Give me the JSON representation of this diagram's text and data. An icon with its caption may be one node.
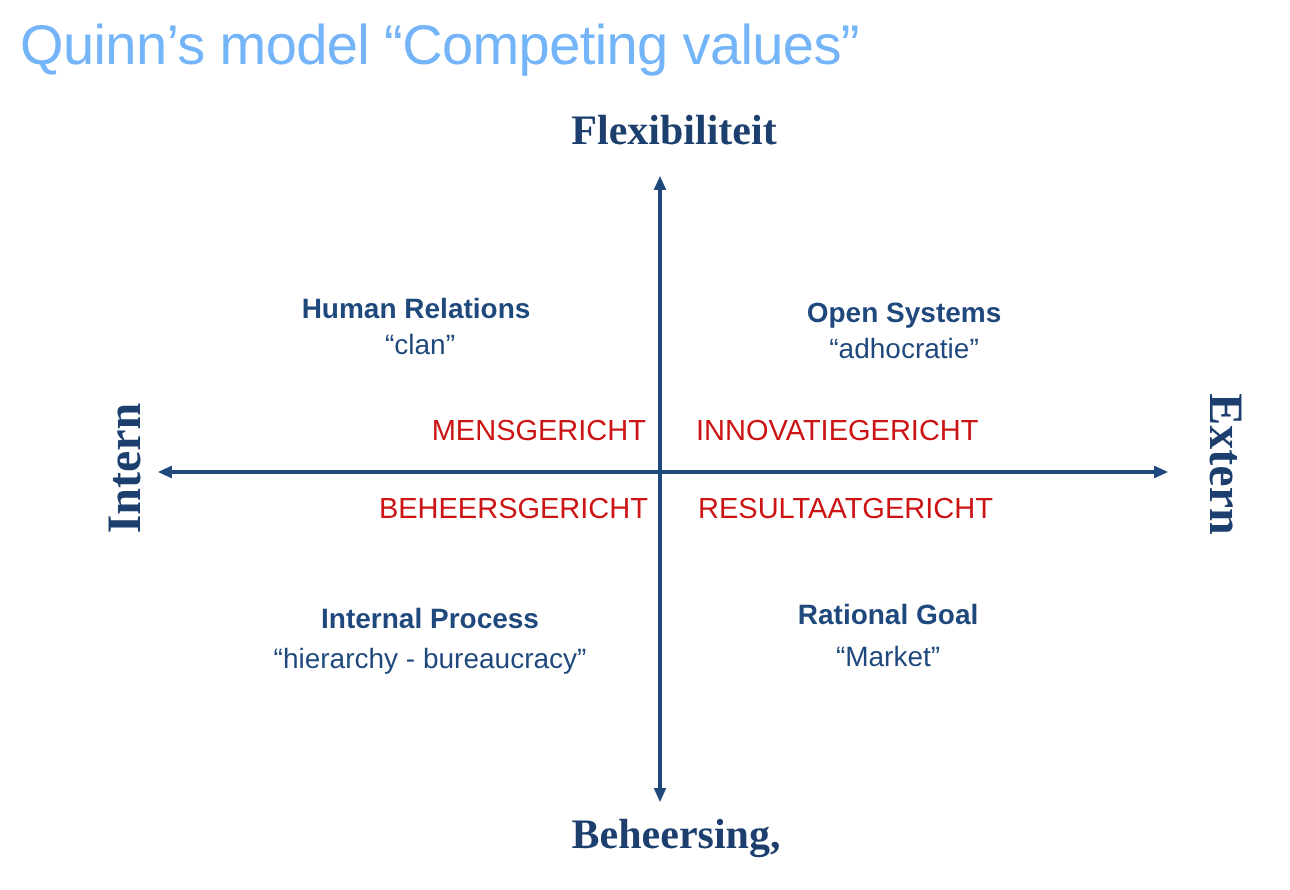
{
  "diagram": {
    "title": "Quinn’s model “Competing values”",
    "labels": [
      "Flexibiliteit",
      "Human Relations",
      "“clan”",
      "Open Systems",
      "“adhocratie”",
      "Intern",
      "MENSGERICHT",
      "INNOVATIEGERICHT",
      "Extern",
      "BEHEERSGERICHT",
      "RESULTAATGERICHT",
      "Internal Process",
      "“hierarchy - bureaucracy”",
      "Rational Goal",
      "“Market”",
      "Beheersing,"
    ]
  }
}
